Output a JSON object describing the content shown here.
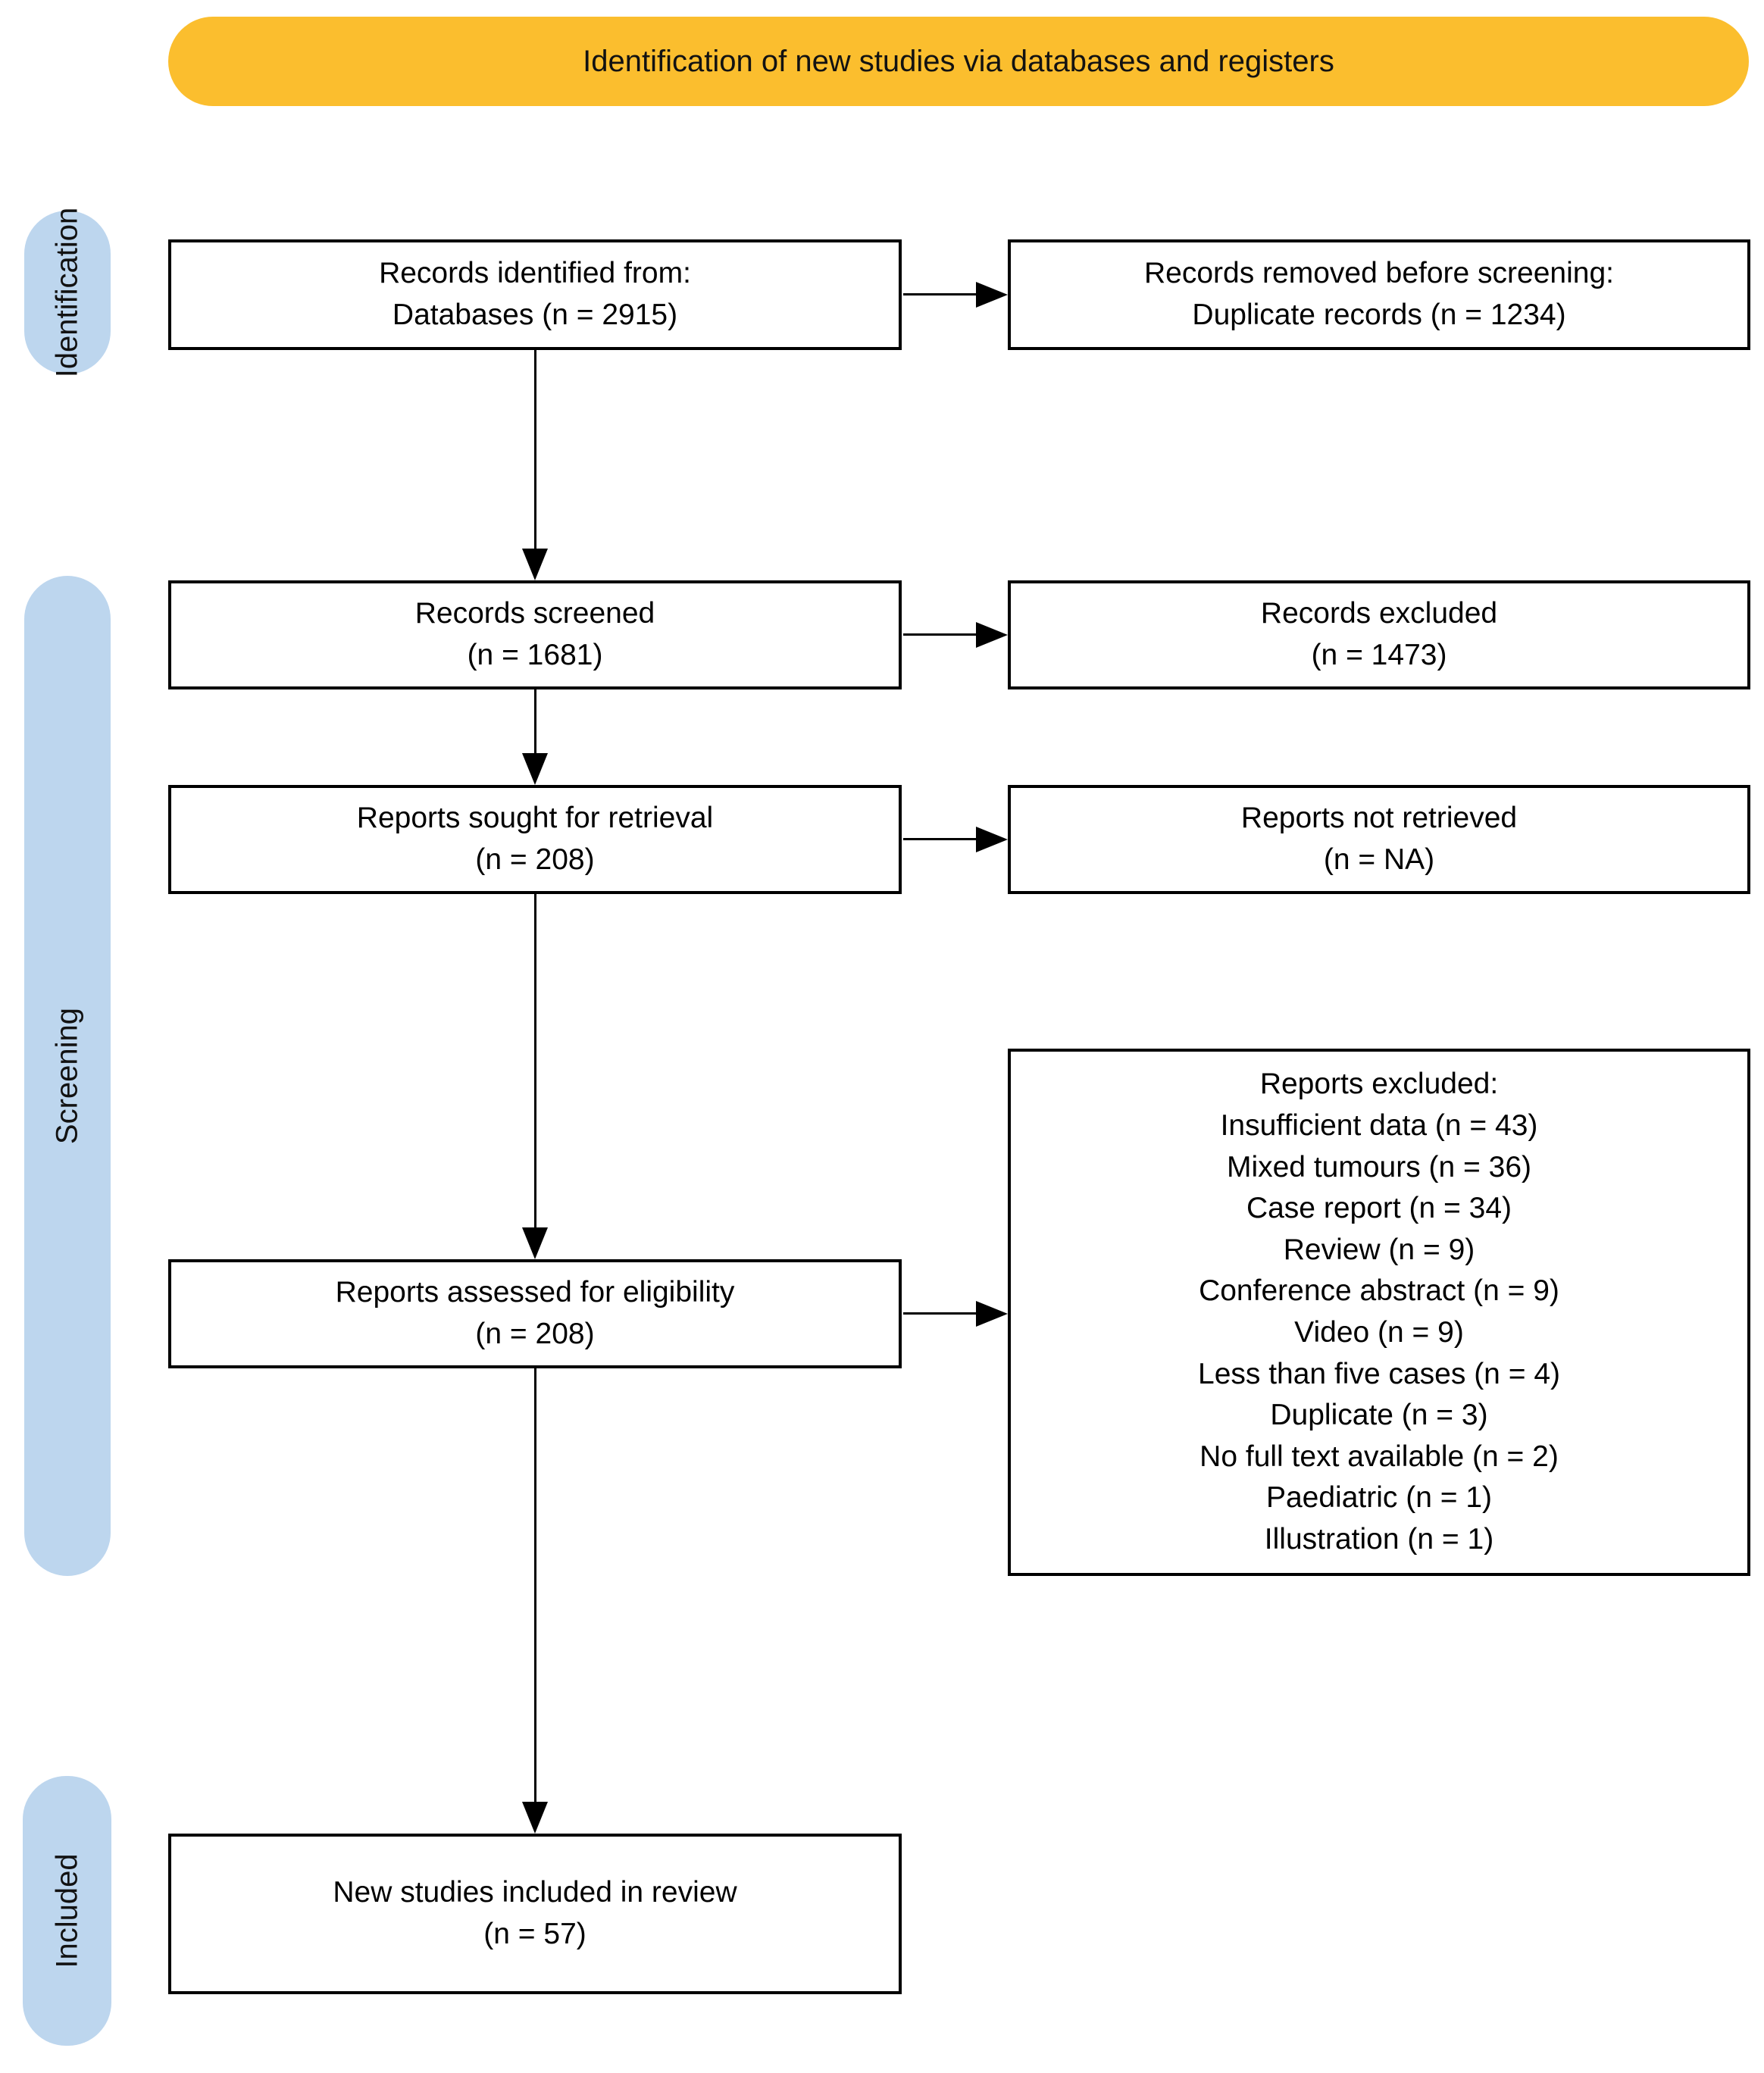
{
  "banner": {
    "label": "Identification of new studies via databases and registers"
  },
  "stages": {
    "identification": "Identification",
    "screening": "Screening",
    "included": "Included"
  },
  "boxes": {
    "records_identified": {
      "lines": [
        "Records identified from:",
        "Databases (n = 2915)"
      ]
    },
    "records_removed": {
      "lines": [
        "Records removed before screening:",
        "Duplicate records (n = 1234)"
      ]
    },
    "records_screened": {
      "lines": [
        "Records screened",
        "(n = 1681)"
      ]
    },
    "records_excluded": {
      "lines": [
        "Records excluded",
        "(n = 1473)"
      ]
    },
    "reports_sought": {
      "lines": [
        "Reports sought for retrieval",
        "(n = 208)"
      ]
    },
    "reports_not_retrieved": {
      "lines": [
        "Reports not retrieved",
        "(n = NA)"
      ]
    },
    "reports_assessed": {
      "lines": [
        "Reports assessed for eligibility",
        "(n = 208)"
      ]
    },
    "reports_excluded": {
      "lines": [
        "Reports excluded:",
        "Insufficient data (n = 43)",
        "Mixed tumours (n = 36)",
        "Case report (n = 34)",
        "Review (n = 9)",
        "Conference abstract (n = 9)",
        "Video (n = 9)",
        "Less than five cases (n = 4)",
        "Duplicate (n = 3)",
        "No full text available (n = 2)",
        "Paediatric (n = 1)",
        "Illustration (n = 1)"
      ]
    },
    "new_studies": {
      "lines": [
        "New studies included in review",
        "(n = 57)"
      ]
    }
  },
  "colors": {
    "banner_bg": "#FBBE2E",
    "stage_pill_bg": "#BDD6EE",
    "box_border": "#000000",
    "arrow": "#000000",
    "background": "#FFFFFF"
  }
}
